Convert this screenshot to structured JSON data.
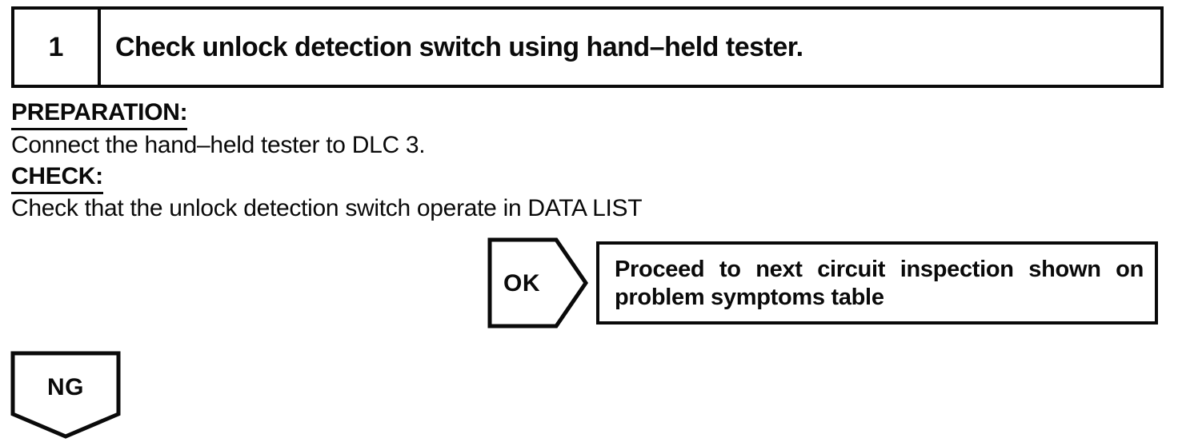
{
  "colors": {
    "ink": "#0a0a0a",
    "paper": "#ffffff"
  },
  "step": {
    "number": "1",
    "title": "Check unlock detection switch using hand–held tester."
  },
  "sections": [
    {
      "label": "PREPARATION:",
      "text": "Connect the hand–held tester to DLC 3."
    },
    {
      "label": "CHECK:",
      "text": "Check that the unlock detection switch operate in DATA LIST"
    }
  ],
  "ok_branch": {
    "connector_label": "OK",
    "action_lines": [
      "Proceed to next circuit inspection shown on",
      "problem symptoms table"
    ]
  },
  "ng_branch": {
    "connector_label": "NG"
  }
}
